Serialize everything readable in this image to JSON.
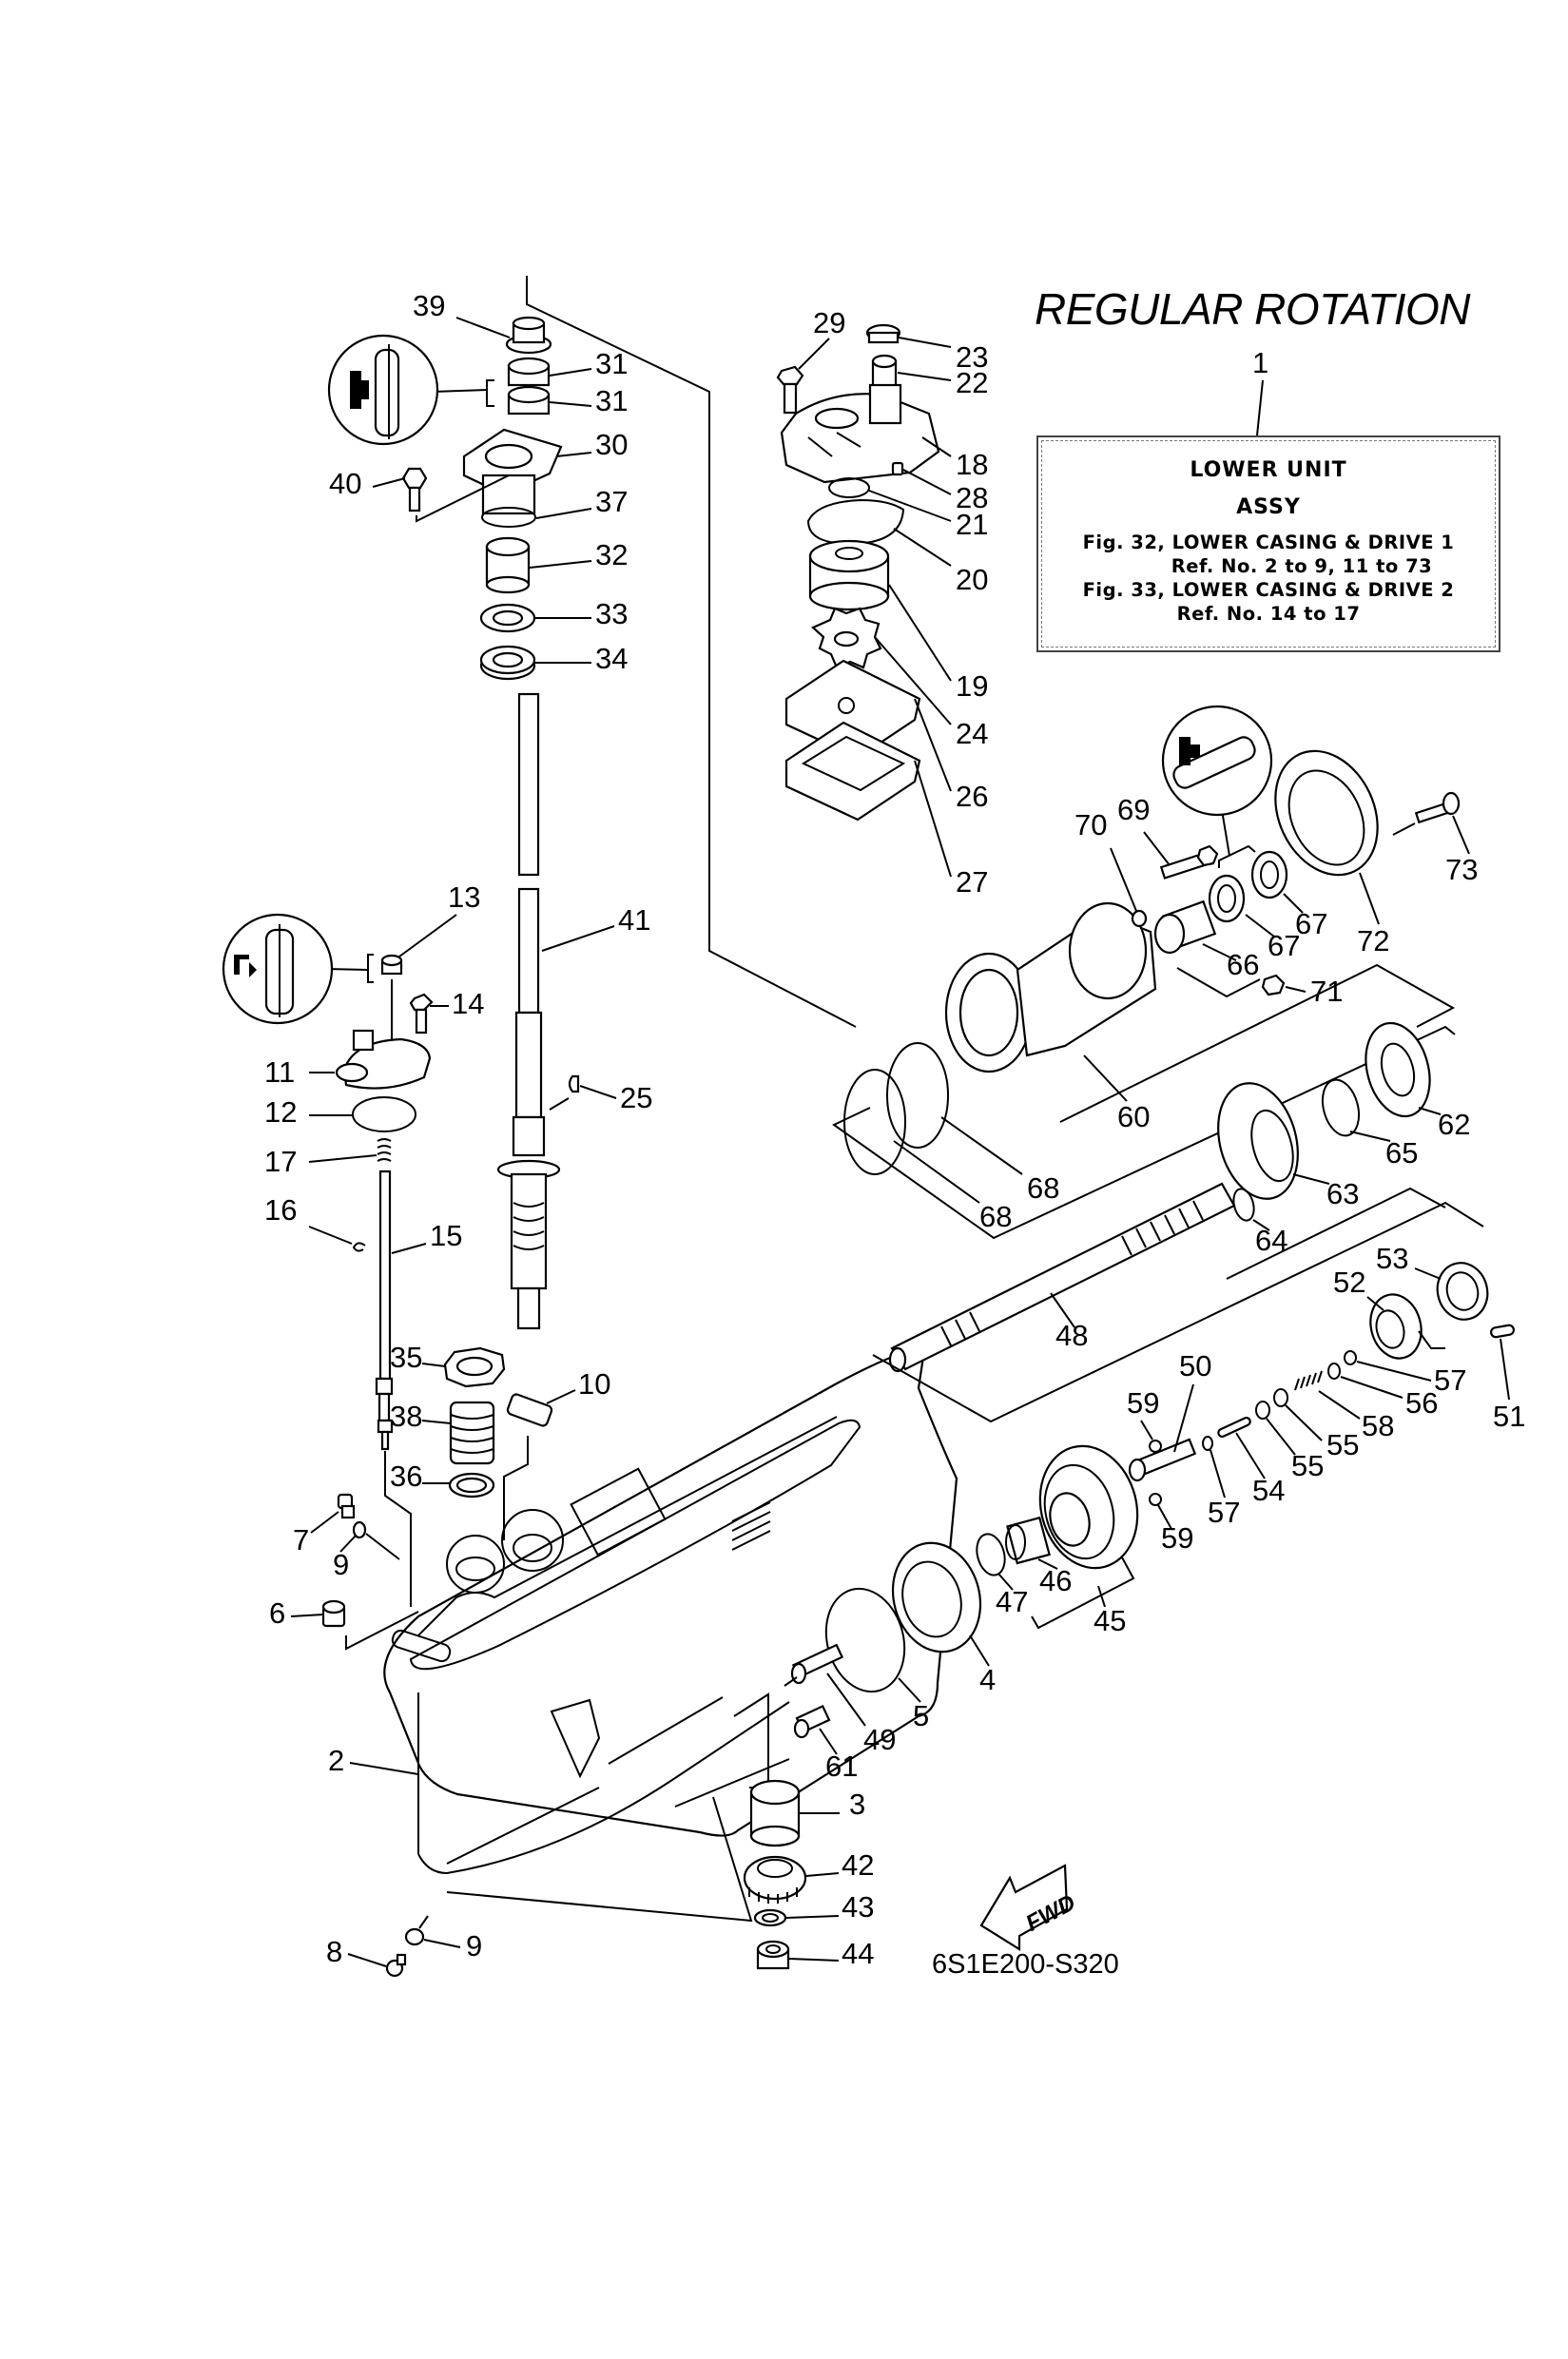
{
  "header": {
    "title": "REGULAR ROTATION",
    "assembly_ref_number": "1"
  },
  "assembly_box": {
    "name_line1": "LOWER UNIT",
    "name_line2": "ASSY",
    "references": [
      {
        "figure": "Fig. 32, LOWER CASING & DRIVE 1",
        "ref_range": "Ref. No. 2 to 9, 11 to 73"
      },
      {
        "figure": "Fig. 33, LOWER CASING & DRIVE 2",
        "ref_range": "Ref. No. 14 to 17"
      }
    ]
  },
  "fwd_arrow_label": "FWD",
  "drawing_code": "6S1E200-S320",
  "callouts": {
    "c2": "2",
    "c3": "3",
    "c4": "4",
    "c5": "5",
    "c6": "6",
    "c7": "7",
    "c8": "8",
    "c9a": "9",
    "c9b": "9",
    "c10": "10",
    "c11": "11",
    "c12": "12",
    "c13": "13",
    "c14": "14",
    "c15": "15",
    "c16": "16",
    "c17": "17",
    "c18": "18",
    "c19": "19",
    "c20": "20",
    "c21": "21",
    "c22": "22",
    "c23": "23",
    "c24": "24",
    "c25": "25",
    "c26": "26",
    "c27": "27",
    "c28": "28",
    "c29": "29",
    "c30": "30",
    "c31a": "31",
    "c31b": "31",
    "c32": "32",
    "c33": "33",
    "c34": "34",
    "c35": "35",
    "c36": "36",
    "c37": "37",
    "c38": "38",
    "c39": "39",
    "c40": "40",
    "c41": "41",
    "c42": "42",
    "c43": "43",
    "c44": "44",
    "c45": "45",
    "c46": "46",
    "c47": "47",
    "c48": "48",
    "c49": "49",
    "c50": "50",
    "c51": "51",
    "c52": "52",
    "c53": "53",
    "c54": "54",
    "c55a": "55",
    "c55b": "55",
    "c56": "56",
    "c57a": "57",
    "c57b": "57",
    "c58": "58",
    "c59a": "59",
    "c59b": "59",
    "c60": "60",
    "c61": "61",
    "c62": "62",
    "c63": "63",
    "c64": "64",
    "c65": "65",
    "c66": "66",
    "c67a": "67",
    "c67b": "67",
    "c68a": "68",
    "c68b": "68",
    "c69": "69",
    "c70": "70",
    "c71": "71",
    "c72": "72",
    "c73": "73"
  },
  "lubricant_symbols": [
    {
      "near": "31",
      "icon": "grease-bearing-symbol"
    },
    {
      "near": "13",
      "icon": "sealant-symbol"
    },
    {
      "near": "67",
      "icon": "grease-bearing-symbol"
    }
  ]
}
